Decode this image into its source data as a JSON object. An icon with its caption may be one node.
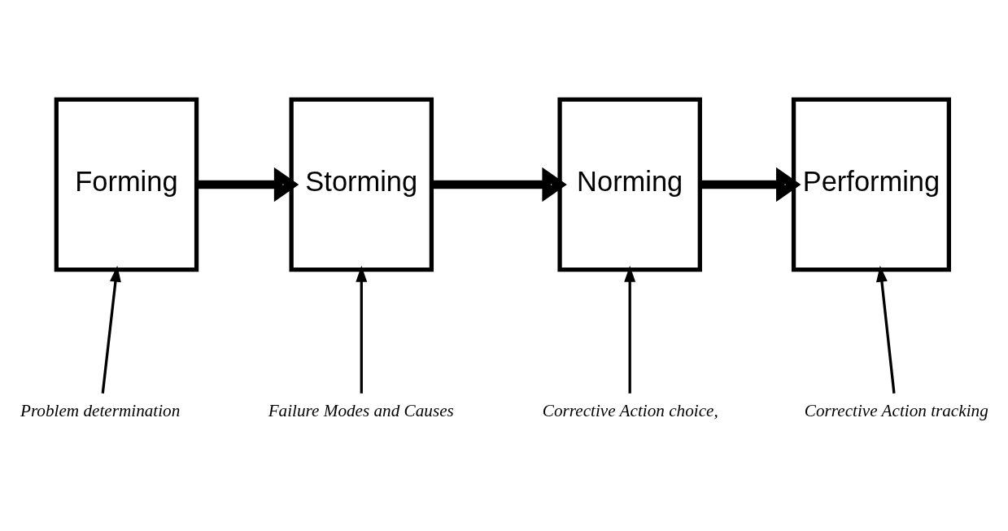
{
  "diagram": {
    "nodes": [
      {
        "text": [
          "Forming"
        ]
      },
      {
        "text": [
          "Storming"
        ]
      },
      {
        "text": [
          "Norming"
        ]
      },
      {
        "text": [
          "Performing"
        ]
      },
      {
        "text": [
          "Problem determination"
        ]
      },
      {
        "text": [
          "Failure Modes and Causes"
        ]
      },
      {
        "text": [
          "Corrective Action choice,"
        ]
      },
      {
        "text": [
          "Corrective Action tracking"
        ]
      }
    ],
    "edges": [
      {
        "from": 0,
        "to": 1,
        "arrow": "to",
        "style": "thick"
      },
      {
        "from": 1,
        "to": 2,
        "arrow": "to",
        "style": "thick"
      },
      {
        "from": 2,
        "to": 3,
        "arrow": "to",
        "style": "thick"
      },
      {
        "from": 4,
        "to": 0,
        "arrow": "to"
      },
      {
        "from": 5,
        "to": 1,
        "arrow": "to"
      },
      {
        "from": 6,
        "to": 2,
        "arrow": "to"
      },
      {
        "from": 7,
        "to": 3,
        "arrow": "to"
      }
    ]
  }
}
